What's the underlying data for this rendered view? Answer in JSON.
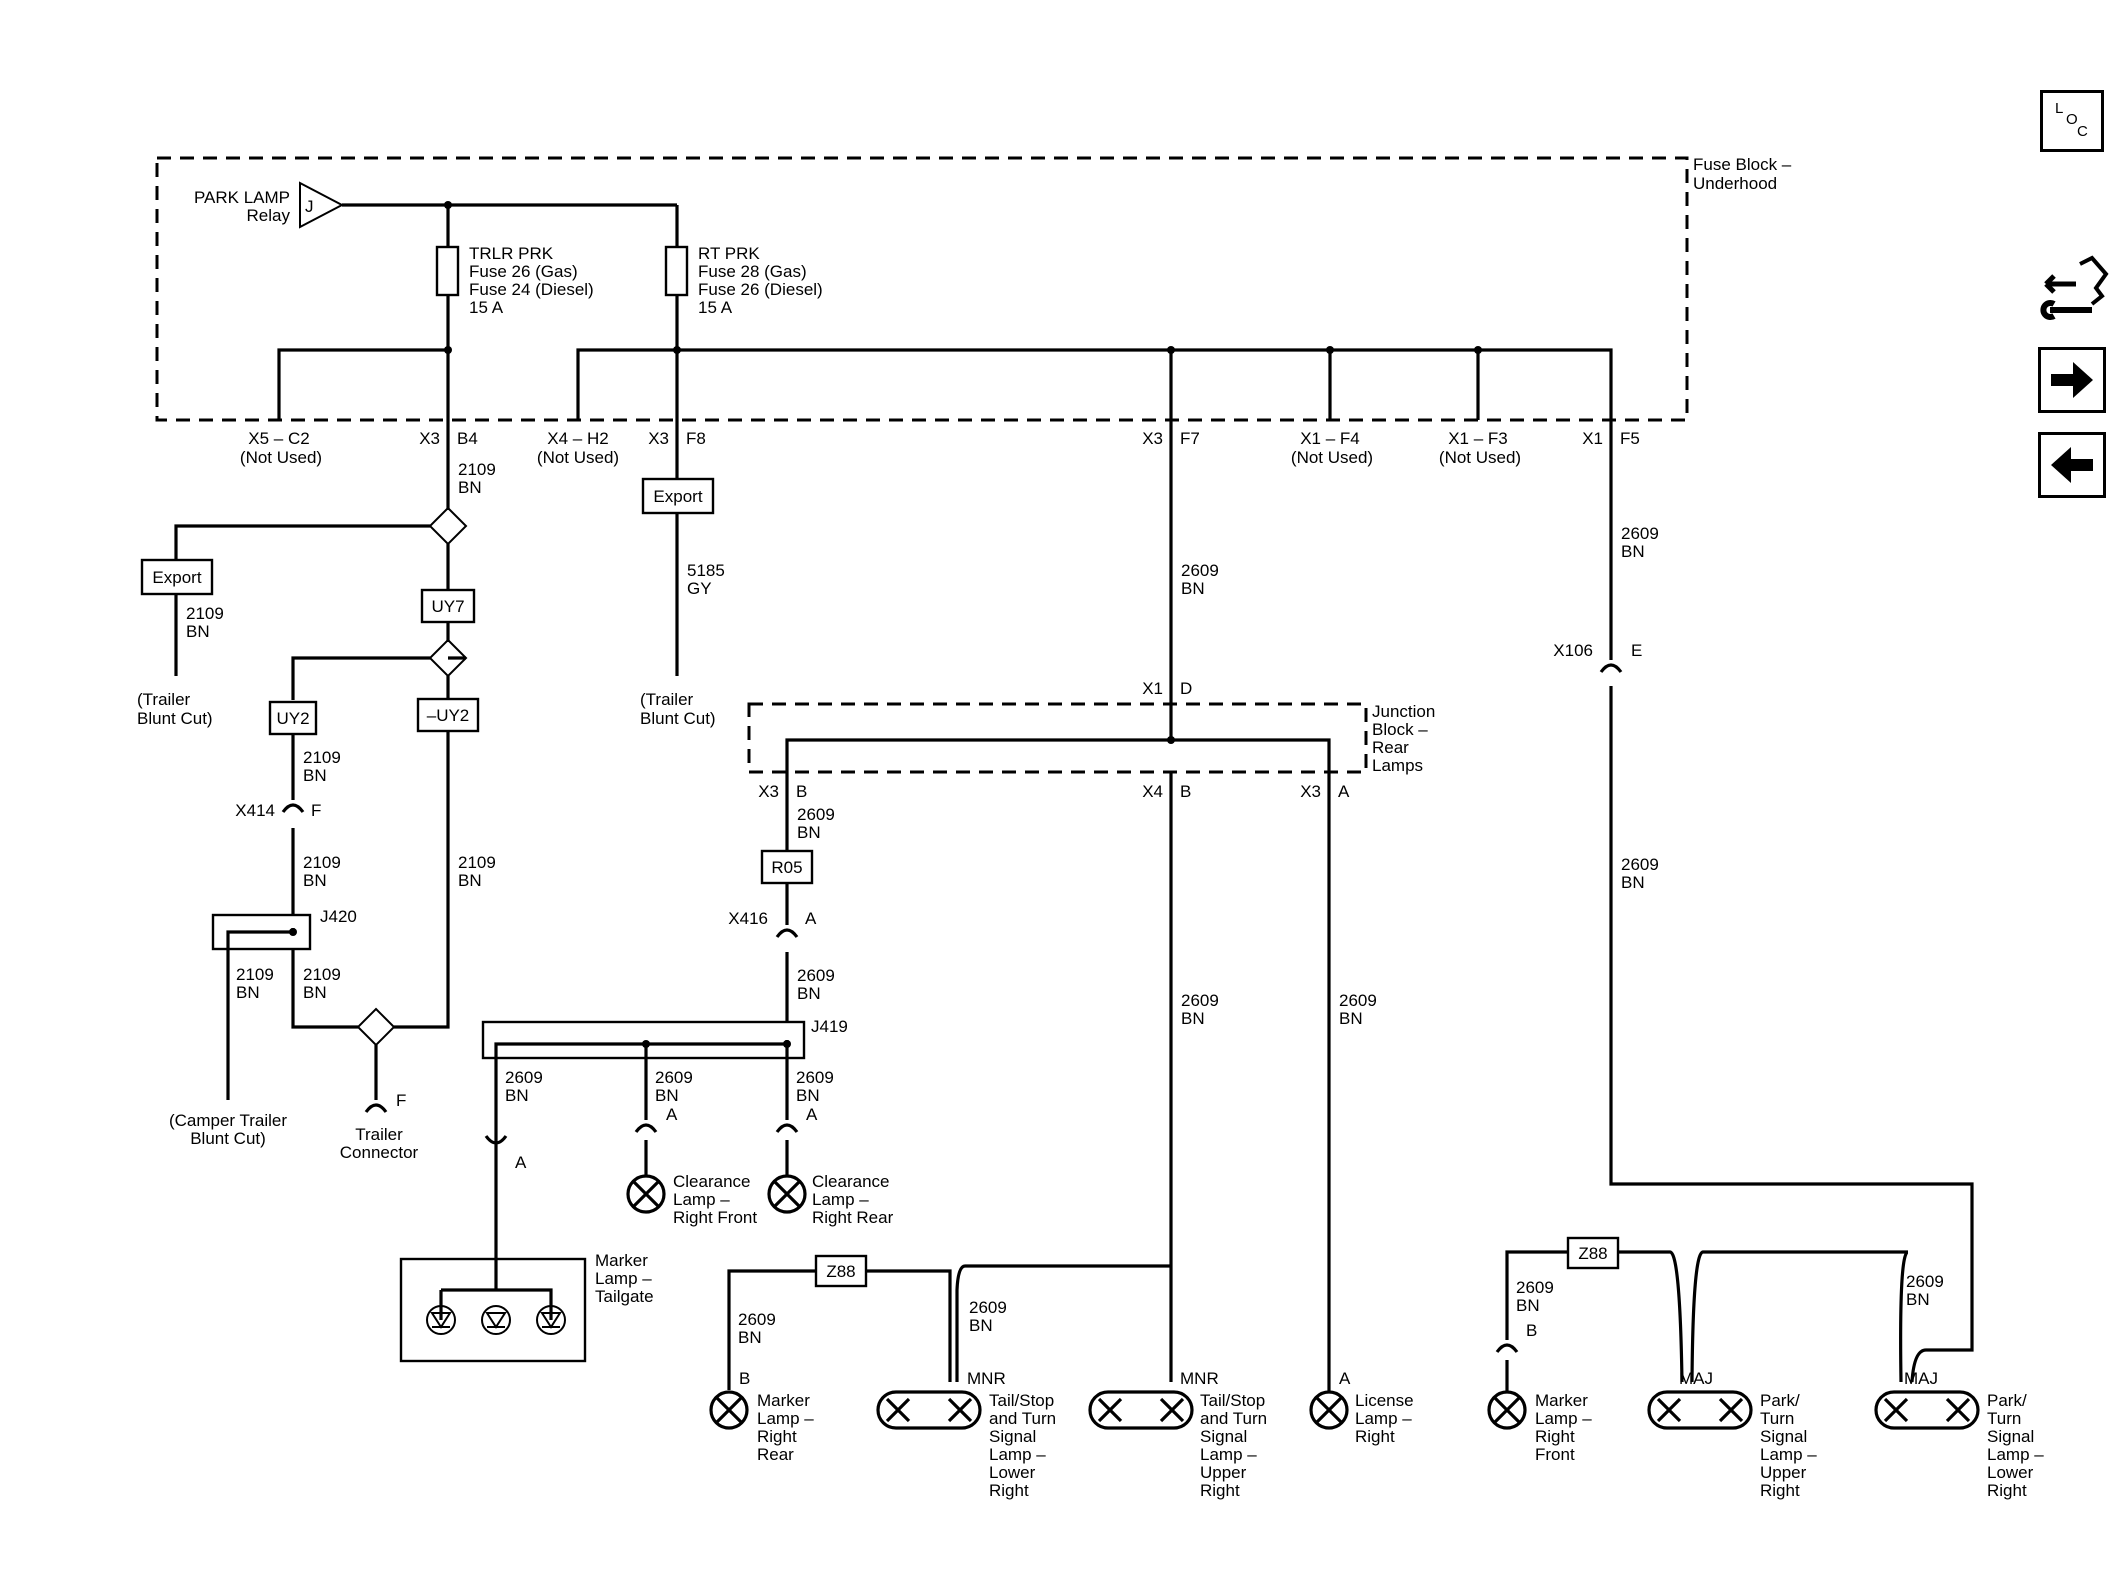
{
  "sidebar": {
    "loc_letters": [
      "L",
      "O",
      "C"
    ],
    "colors": {
      "wire": "#000000",
      "background": "#ffffff"
    },
    "icons": [
      "location-icon",
      "connector-view-icon",
      "next-page-icon",
      "previous-page-icon"
    ]
  },
  "fuse_block": {
    "title_1": "Fuse Block –",
    "title_2": "Underhood",
    "relay_label_1": "PARK LAMP",
    "relay_label_2": "Relay",
    "relay_pin": "J",
    "fuse1": {
      "name": "TRLR PRK",
      "line1": "Fuse 26 (Gas)",
      "line2": "Fuse 24 (Diesel)",
      "rating": "15 A"
    },
    "fuse2": {
      "name": "RT PRK",
      "line1": "Fuse 28 (Gas)",
      "line2": "Fuse 26 (Diesel)",
      "rating": "15 A"
    },
    "outputs": [
      {
        "line1": "X5 – C2",
        "line2": "(Not Used)"
      },
      {
        "conn": "X3",
        "pin": "B4"
      },
      {
        "line1": "X4 – H2",
        "line2": "(Not Used)"
      },
      {
        "conn": "X3",
        "pin": "F8"
      },
      {
        "conn": "X3",
        "pin": "F7"
      },
      {
        "line1": "X1 – F4",
        "line2": "(Not Used)"
      },
      {
        "line1": "X1 – F3",
        "line2": "(Not Used)"
      },
      {
        "conn": "X1",
        "pin": "F5"
      }
    ]
  },
  "left": {
    "wire_b4": [
      "2109",
      "BN"
    ],
    "export_box": "Export",
    "export_wire": [
      "2109",
      "BN"
    ],
    "export_dest": [
      "(Trailer",
      "Blunt Cut)"
    ],
    "uy7": "UY7",
    "uy2": "UY2",
    "not_uy2": "–UY2",
    "uy2_wire": [
      "2109",
      "BN"
    ],
    "x414": "X414",
    "x414_pin": "F",
    "x414_wire": [
      "2109",
      "BN"
    ],
    "not_uy2_wire": [
      "2109",
      "BN"
    ],
    "j420": "J420",
    "j420_wire_left": [
      "2109",
      "BN"
    ],
    "j420_wire_right": [
      "2109",
      "BN"
    ],
    "camper_dest": [
      "(Camper Trailer",
      "Blunt Cut)"
    ],
    "trailer_conn_pin": "F",
    "trailer_conn": [
      "Trailer",
      "Connector"
    ]
  },
  "mid": {
    "export_box": "Export",
    "wire": [
      "5185",
      "GY"
    ],
    "dest": [
      "(Trailer",
      "Blunt Cut)"
    ]
  },
  "junction": {
    "title": [
      "Junction",
      "Block –",
      "Rear",
      "Lamps"
    ],
    "in_conn": "X1",
    "in_pin": "D",
    "feed_wire": [
      "2609",
      "BN"
    ],
    "outputs": [
      {
        "conn": "X3",
        "pin": "B"
      },
      {
        "conn": "X4",
        "pin": "B"
      },
      {
        "conn": "X3",
        "pin": "A"
      }
    ]
  },
  "rear": {
    "b_wire": [
      "2609",
      "BN"
    ],
    "r05": "R05",
    "x416": "X416",
    "x416_pin": "A",
    "x416_wire": [
      "2609",
      "BN"
    ],
    "j419": "J419",
    "j419_wires": [
      [
        "2609",
        "BN"
      ],
      [
        "2609",
        "BN"
      ],
      [
        "2609",
        "BN"
      ]
    ],
    "tailgate_pin": "A",
    "clear_front_pin": "A",
    "clear_rear_pin": "A",
    "clearance_front": [
      "Clearance",
      "Lamp –",
      "Right Front"
    ],
    "clearance_rear": [
      "Clearance",
      "Lamp –",
      "Right Rear"
    ],
    "tailgate": [
      "Marker",
      "Lamp –",
      "Tailgate"
    ],
    "z88": "Z88",
    "z88_wire_left": [
      "2609",
      "BN"
    ],
    "z88_wire_right": [
      "2609",
      "BN"
    ],
    "marker_rear_pin": "B",
    "marker_rear": [
      "Marker",
      "Lamp –",
      "Right",
      "Rear"
    ],
    "lower_pin": "MNR",
    "tail_lower": [
      "Tail/Stop",
      "and Turn",
      "Signal",
      "Lamp –",
      "Lower",
      "Right"
    ],
    "x4_wire": [
      "2609",
      "BN"
    ],
    "upper_pin": "MNR",
    "tail_upper": [
      "Tail/Stop",
      "and Turn",
      "Signal",
      "Lamp –",
      "Upper",
      "Right"
    ],
    "x3a_wire": [
      "2609",
      "BN"
    ],
    "license_pin": "A",
    "license": [
      "License",
      "Lamp –",
      "Right"
    ]
  },
  "front": {
    "f5_wire": [
      "2609",
      "BN"
    ],
    "x106": "X106",
    "x106_pin": "E",
    "x106_wire": [
      "2609",
      "BN"
    ],
    "z88": "Z88",
    "z88_wire_left": [
      "2609",
      "BN"
    ],
    "z88_wire_right": [
      "2609",
      "BN"
    ],
    "marker_front_pin": "B",
    "marker_front": [
      "Marker",
      "Lamp –",
      "Right",
      "Front"
    ],
    "upper_pin": "MAJ",
    "park_upper": [
      "Park/",
      "Turn",
      "Signal",
      "Lamp –",
      "Upper",
      "Right"
    ],
    "lower_pin": "MAJ",
    "park_lower": [
      "Park/",
      "Turn",
      "Signal",
      "Lamp –",
      "Lower",
      "Right"
    ]
  }
}
